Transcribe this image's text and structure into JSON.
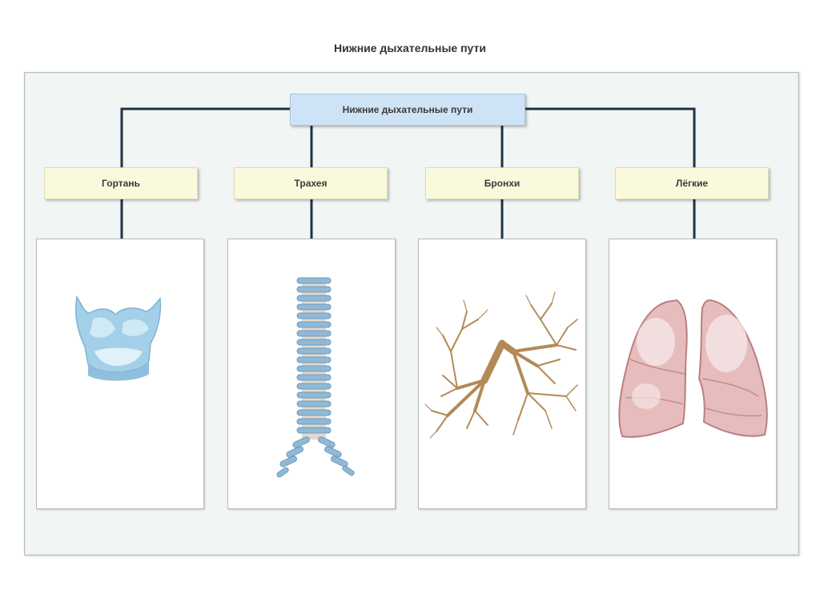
{
  "page": {
    "title": "Нижние дыхательные пути"
  },
  "diagram": {
    "root_label": "Нижние дыхательные пути",
    "categories": [
      {
        "label": "Гортань",
        "illustration": "larynx-illustration"
      },
      {
        "label": "Трахея",
        "illustration": "trachea-illustration"
      },
      {
        "label": "Бронхи",
        "illustration": "bronchi-illustration"
      },
      {
        "label": "Лёгкие",
        "illustration": "lungs-illustration"
      }
    ],
    "colors": {
      "root_fill": "#cfe3f6",
      "category_fill": "#fbf9dc",
      "connector": "#1e3244",
      "larynx": "#a9d3ec",
      "trachea": "#8fb9d6",
      "bronchi": "#b38a55",
      "lungs": "#e4b9b9"
    }
  }
}
